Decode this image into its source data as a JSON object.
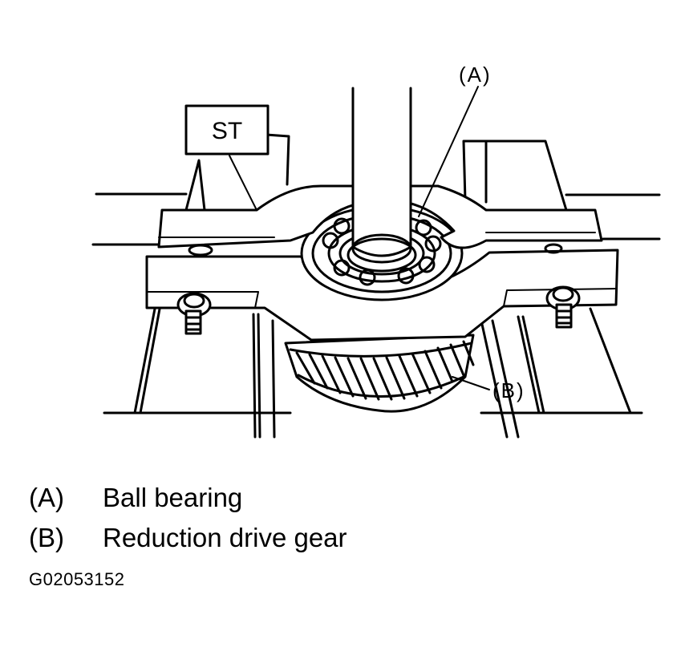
{
  "diagram": {
    "tool_label": "ST",
    "callouts": {
      "a": "(A)",
      "b": "(B)"
    }
  },
  "legend": [
    {
      "key": "(A)",
      "text": "Ball bearing"
    },
    {
      "key": "(B)",
      "text": "Reduction drive gear"
    }
  ],
  "figure_code": "G02053152"
}
